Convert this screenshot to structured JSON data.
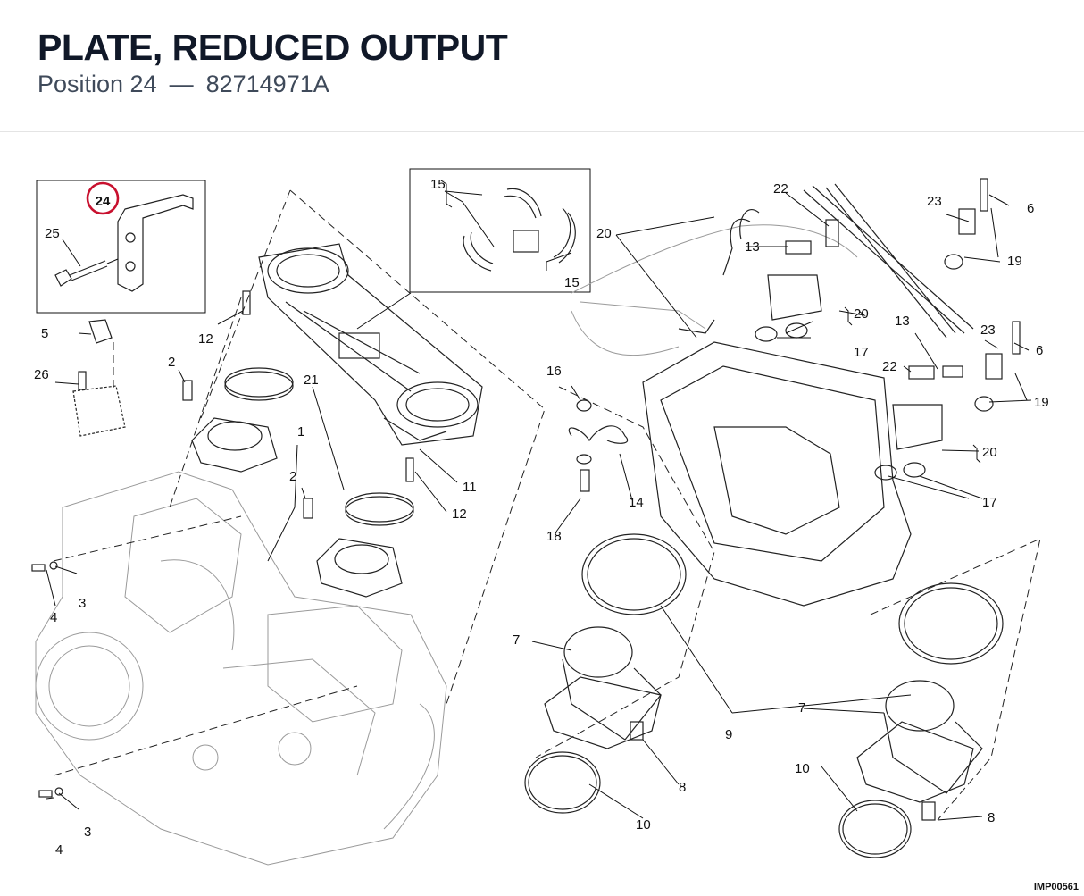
{
  "header": {
    "title": "PLATE, REDUCED OUTPUT",
    "position_label": "Position 24",
    "separator": "—",
    "part_number": "82714971A"
  },
  "highlight": {
    "label": "24",
    "color": "#c8102e"
  },
  "image_code": "IMP00561",
  "callouts": [
    "25",
    "5",
    "26",
    "2",
    "12",
    "21",
    "1",
    "11",
    "12",
    "2",
    "3",
    "4",
    "3",
    "4",
    "15",
    "15",
    "20",
    "22",
    "13",
    "16",
    "14",
    "18",
    "23",
    "6",
    "19",
    "20",
    "17",
    "13",
    "22",
    "23",
    "6",
    "19",
    "20",
    "17",
    "7",
    "8",
    "9",
    "10",
    "7",
    "10",
    "8"
  ]
}
